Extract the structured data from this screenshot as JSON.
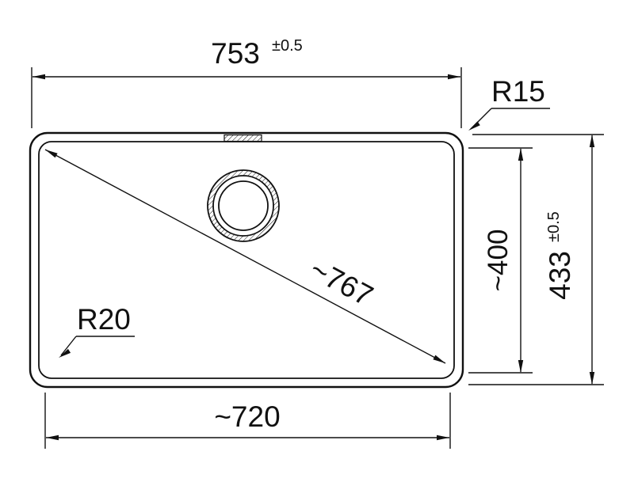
{
  "drawing": {
    "type": "technical-dimension-drawing",
    "subject": "undermount-sink-top-view",
    "colors": {
      "line": "#111111",
      "background": "#ffffff"
    },
    "dimensions": {
      "top_width": {
        "value": "753",
        "tolerance": "±0.5"
      },
      "outer_height": {
        "value": "433",
        "tolerance": "±0.5"
      },
      "inner_width": {
        "value": "~720"
      },
      "inner_height": {
        "value": "~400"
      },
      "diagonal": {
        "value": "~767"
      },
      "outer_corner_radius": {
        "value": "R15"
      },
      "inner_corner_radius": {
        "value": "R20"
      }
    }
  }
}
